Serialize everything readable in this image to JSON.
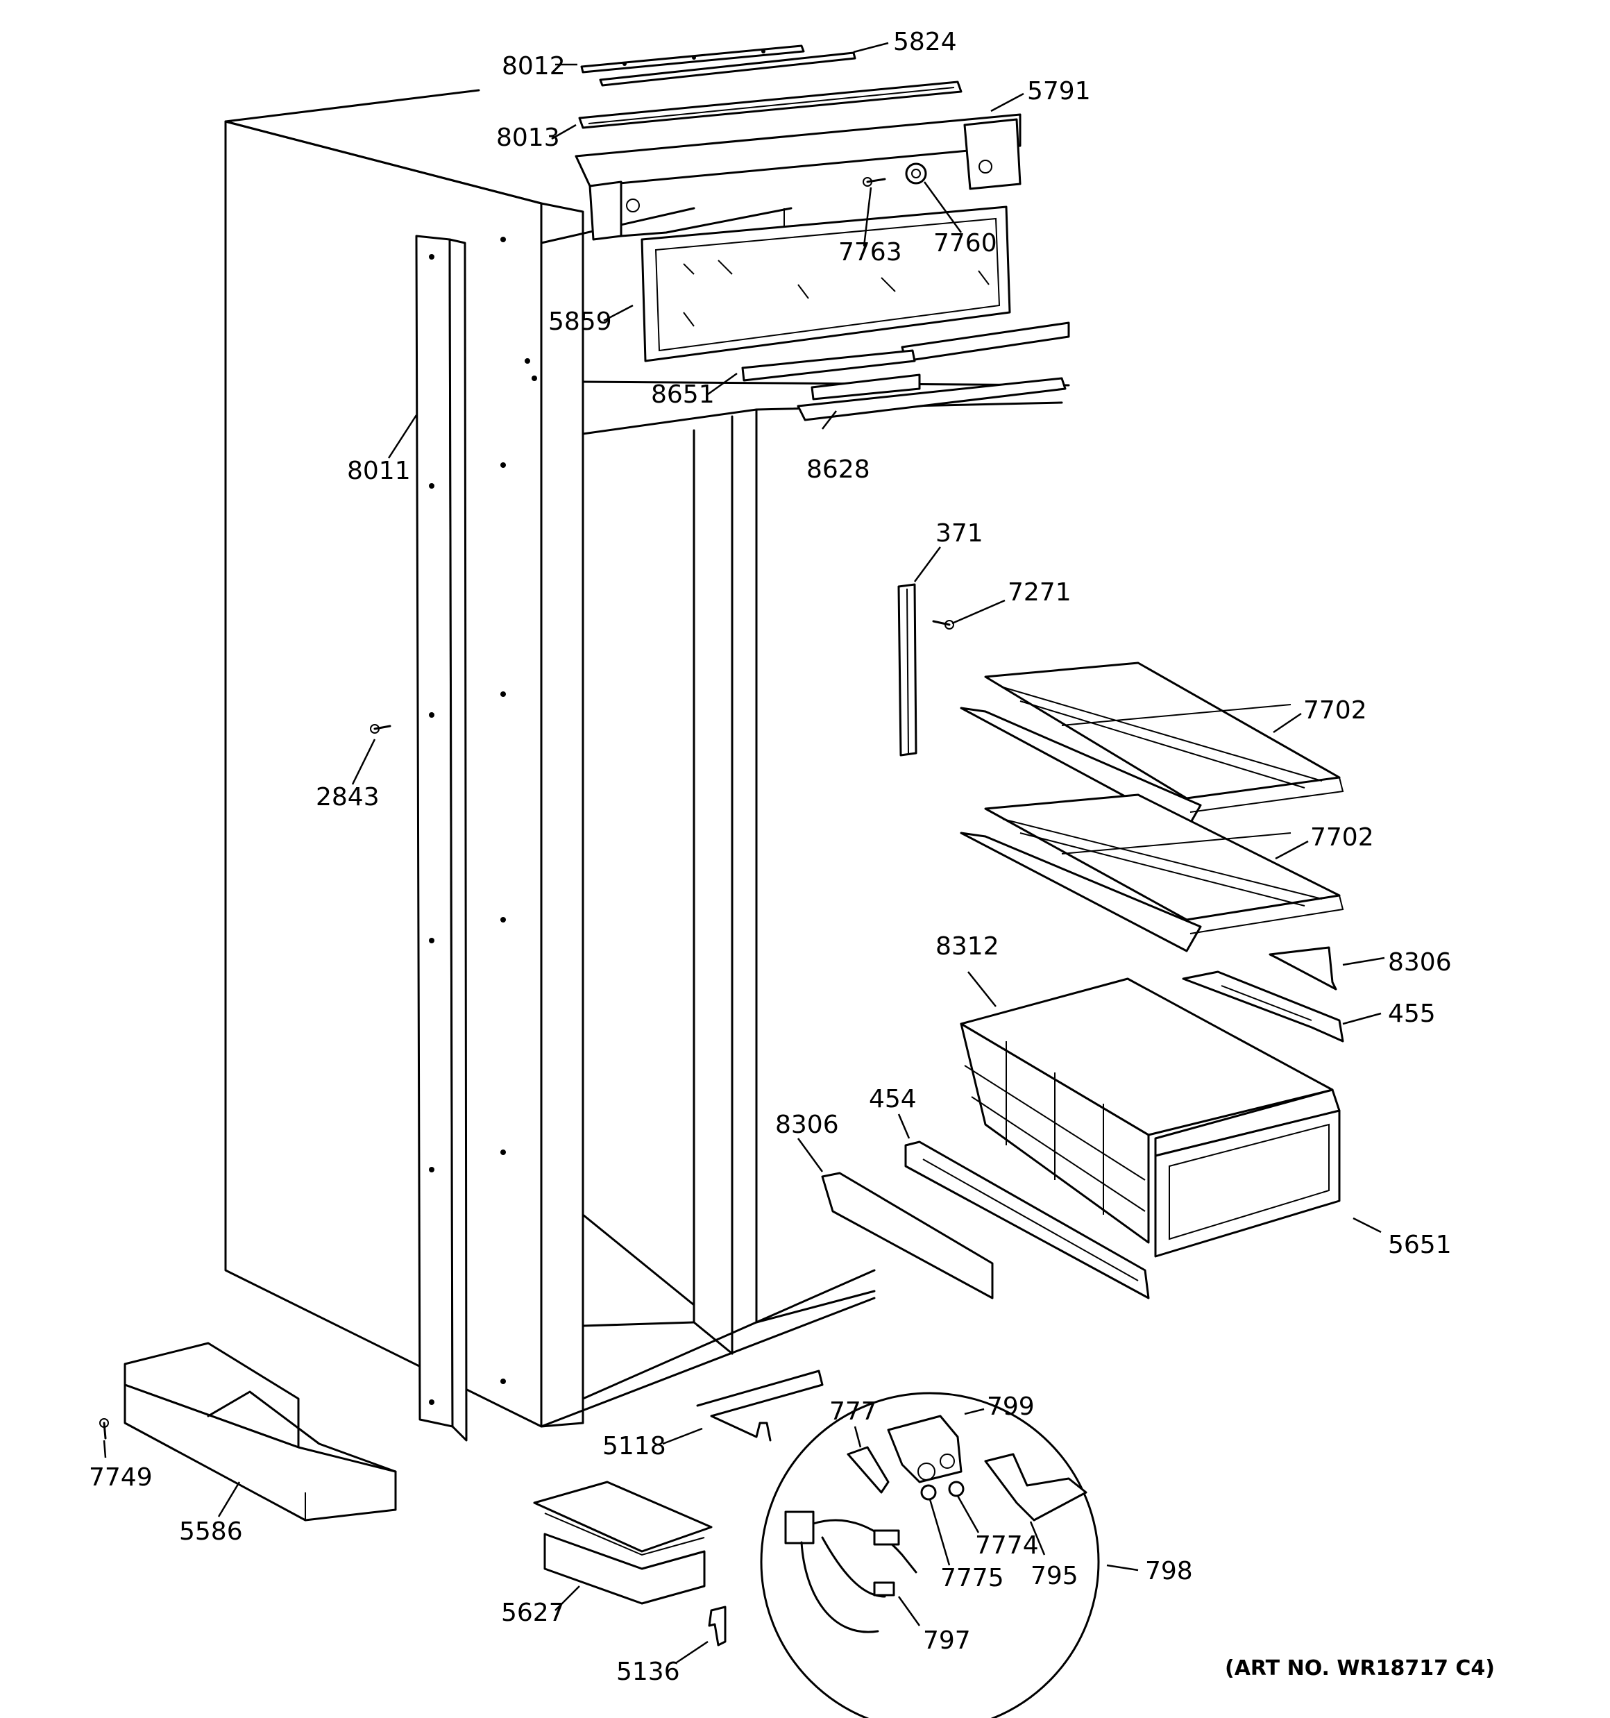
{
  "art_number": "(ART NO. WR18717 C4)",
  "labels": {
    "p8012": "8012",
    "p5824": "5824",
    "p5791": "5791",
    "p8013": "8013",
    "p7763": "7763",
    "p7760": "7760",
    "p5859": "5859",
    "p8651": "8651",
    "p8628": "8628",
    "p8011": "8011",
    "p371": "371",
    "p7271": "7271",
    "p7702a": "7702",
    "p7702b": "7702",
    "p2843": "2843",
    "p8312": "8312",
    "p8306a": "8306",
    "p455": "455",
    "p454": "454",
    "p8306b": "8306",
    "p5651": "5651",
    "p7749": "7749",
    "p5586": "5586",
    "p5118": "5118",
    "p777": "777",
    "p799": "799",
    "p7774": "7774",
    "p7775": "7775",
    "p795": "795",
    "p798": "798",
    "p797": "797",
    "p5627": "5627",
    "p5136": "5136"
  }
}
